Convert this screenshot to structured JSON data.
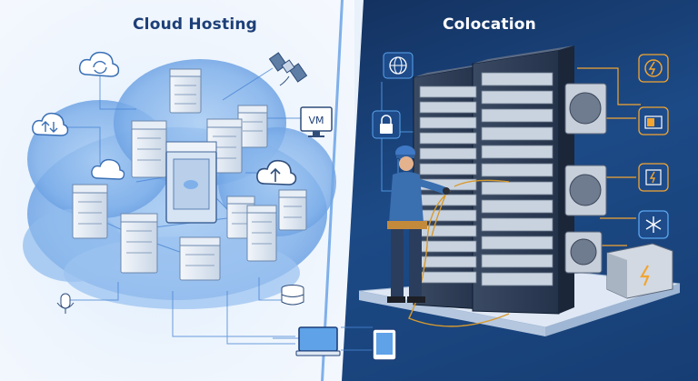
{
  "left_panel": {
    "title": "Cloud Hosting",
    "vm_label": "VM",
    "accent_color": "#3a78c8"
  },
  "right_panel": {
    "title": "Colocation",
    "background_color": "#1c4a86",
    "accent_color": "#f2a531"
  },
  "icons": {
    "left": [
      "sync-cloud-icon",
      "satellite-icon",
      "upload-download-icon",
      "vm-monitor-icon",
      "upload-cloud-icon",
      "database-icon",
      "microphone-icon",
      "laptop-icon",
      "tablet-icon"
    ],
    "right": [
      "globe-icon",
      "lock-icon",
      "power-icon",
      "battery-icon",
      "electric-panel-icon",
      "snowflake-icon",
      "generator-icon"
    ]
  }
}
